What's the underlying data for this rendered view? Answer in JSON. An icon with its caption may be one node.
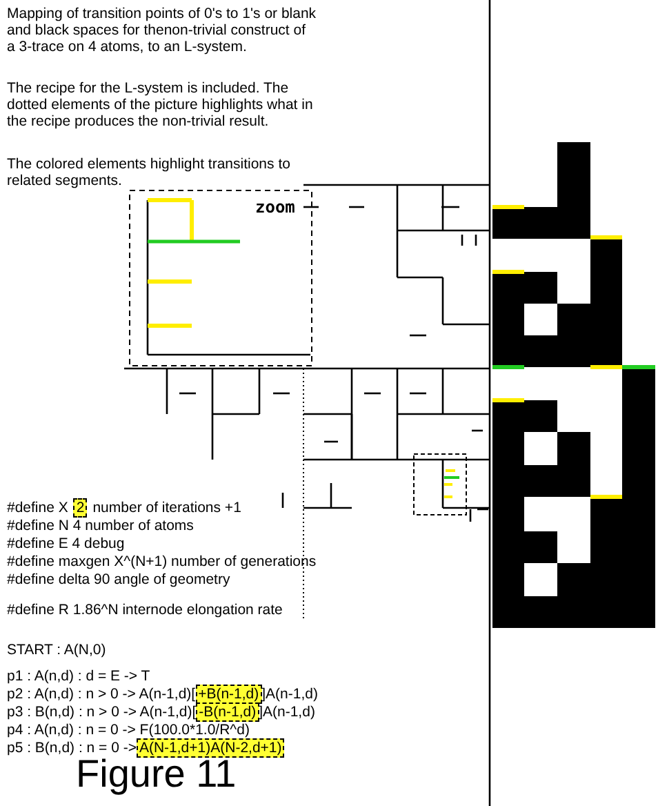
{
  "diagram": {
    "caption": "Figure 11",
    "labels": [
      "Mapping of transition points of 0's to 1's or blank and black spaces for thenon-trivial construct of a 3-trace on 4 atoms, to an L-system.",
      "The recipe for the L-system is included. The dotted elements of the picture highlights what in the recipe produces the non-trivial result.",
      "The colored elements highlight transitions to related segments.",
      "zoom",
      "#define X",
      "2",
      "number of iterations +1",
      "#define N 4 number of atoms",
      "#define E 4 debug",
      "#define maxgen X^(N+1) number of generations",
      "#define delta 90 angle of geometry",
      "#define R 1.86^N internode elongation rate",
      "START : A(N,0)",
      "p1 : A(n,d) : d = E -> T",
      "p2 : A(n,d) : n > 0 -> A(n-1,d)[",
      "+B(n-1,d)",
      "]A(n-1,d)",
      "p3 : B(n,d) : n > 0 -> A(n-1,d)[",
      "-B(n-1,d)",
      "]A(n-1,d)",
      "p4 : A(n,d) : n = 0 -> F(100.0*1.0/R^d)",
      "p5 : B(n,d) : n = 0 ->",
      "A(N-1,d+1)A(N-2,d+1)"
    ]
  }
}
